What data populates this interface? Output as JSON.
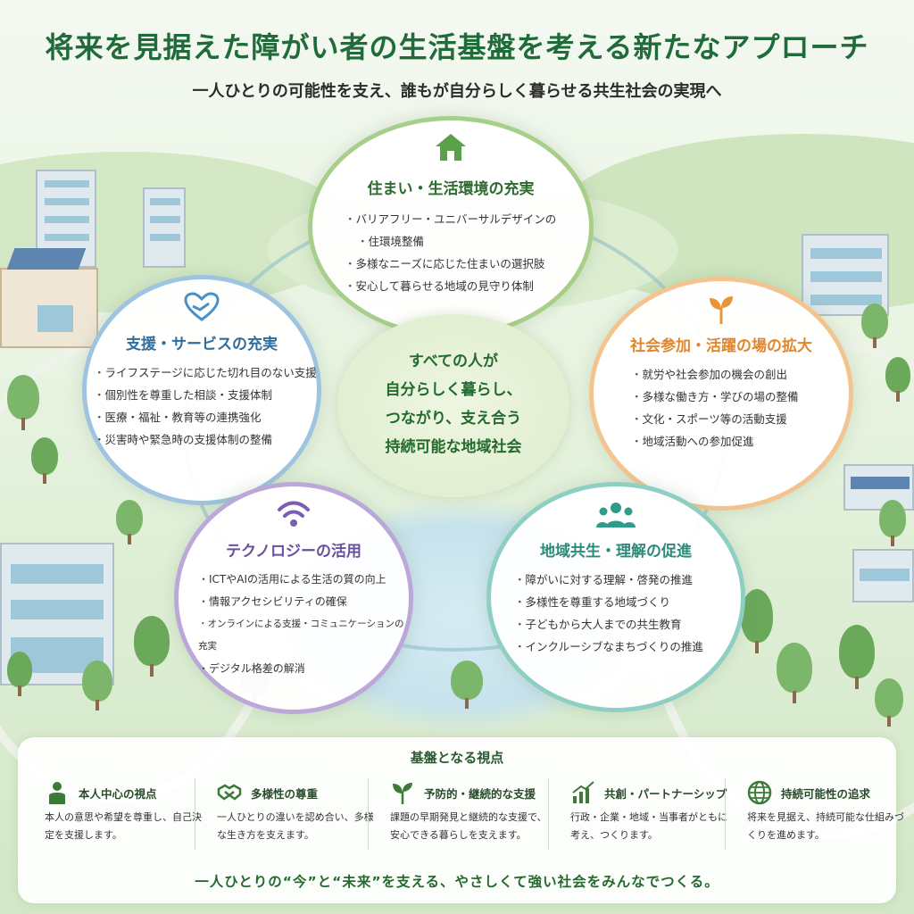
{
  "header": {
    "title": "将来を見据えた障がい者の生活基盤を考える新たなアプローチ",
    "subtitle": "一人ひとりの可能性を支え、誰もが自分らしく暮らせる共生社会の実現へ"
  },
  "center": {
    "lines": [
      "すべての人が",
      "自分らしく暮らし、",
      "つながり、支え合う",
      "持続可能な地域社会"
    ]
  },
  "pillars": {
    "housing": {
      "icon": "house-icon",
      "title": "住まい・生活環境の充実",
      "items": [
        "バリアフリー・ユニバーサルデザインの",
        "住環境整備",
        "多様なニーズに応じた住まいの選択肢",
        "安心して暮らせる地域の見守り体制"
      ]
    },
    "support": {
      "icon": "heart-hands-icon",
      "title": "支援・サービスの充実",
      "items": [
        "ライフステージに応じた切れ目のない支援",
        "個別性を尊重した相談・支援体制",
        "医療・福祉・教育等の連携強化",
        "災害時や緊急時の支援体制の整備"
      ]
    },
    "participation": {
      "icon": "sprout-icon",
      "title": "社会参加・活躍の場の拡大",
      "items": [
        "就労や社会参加の機会の創出",
        "多様な働き方・学びの場の整備",
        "文化・スポーツ等の活動支援",
        "地域活動への参加促進"
      ]
    },
    "technology": {
      "icon": "wifi-icon",
      "title": "テクノロジーの活用",
      "items": [
        "ICTやAIの活用による生活の質の向上",
        "情報アクセシビリティの確保",
        "オンラインによる支援・コミュニケーションの充実",
        "デジタル格差の解消"
      ]
    },
    "community": {
      "icon": "people-icon",
      "title": "地域共生・理解の促進",
      "items": [
        "障がいに対する理解・啓発の推進",
        "多様性を尊重する地域づくり",
        "子どもから大人までの共生教育",
        "インクルーシブなまちづくりの推進"
      ]
    }
  },
  "foundation": {
    "title": "基盤となる視点",
    "perspectives": [
      {
        "icon": "person-icon",
        "title": "本人中心の視点",
        "desc": "本人の意思や希望を尊重し、自己決定を支援します。"
      },
      {
        "icon": "handshake-icon",
        "title": "多様性の尊重",
        "desc": "一人ひとりの違いを認め合い、多様な生き方を支えます。"
      },
      {
        "icon": "seedling-icon",
        "title": "予防的・継続的な支援",
        "desc": "課題の早期発見と継続的な支援で、安心できる暮らしを支えます。"
      },
      {
        "icon": "growth-chart-icon",
        "title": "共創・パートナーシップ",
        "desc": "行政・企業・地域・当事者がともに考え、つくります。"
      },
      {
        "icon": "globe-icon",
        "title": "持続可能性の追求",
        "desc": "将来を見据え、持続可能な仕組みづくりを進めます。"
      }
    ],
    "slogan": "一人ひとりの“今”と“未来”を支える、やさしくて強い社会をみんなでつくる。"
  },
  "colors": {
    "title_green": "#1f6b3a",
    "housing": "#a8cf8a",
    "support": "#9ec4e0",
    "participation": "#f3c48f",
    "technology": "#bca8d8",
    "community": "#8fcfc3"
  }
}
